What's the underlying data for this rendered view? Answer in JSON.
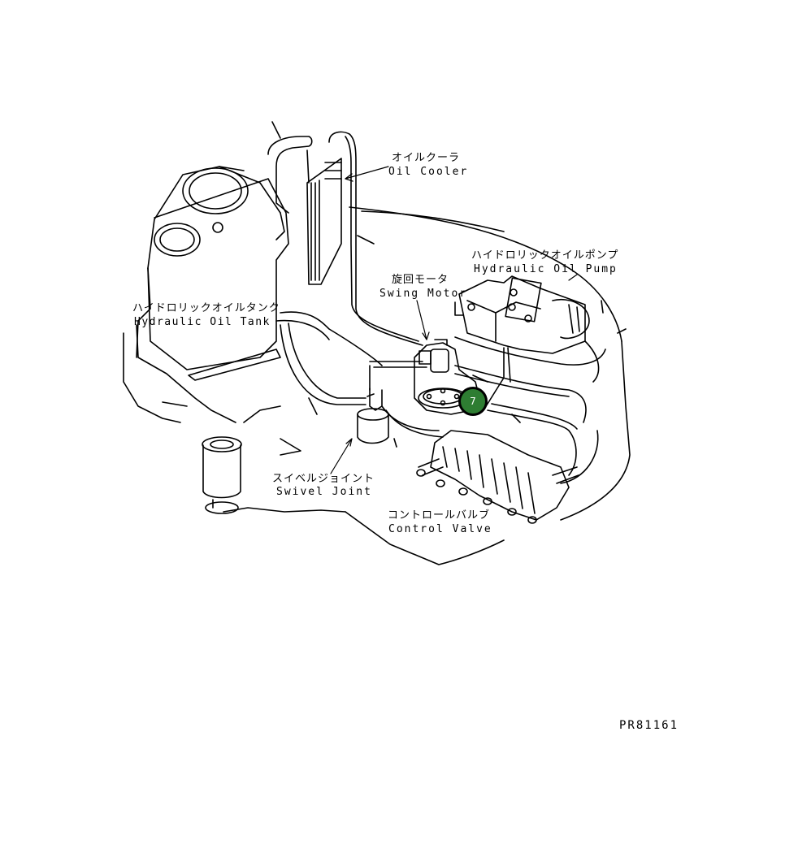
{
  "labels": {
    "oil_cooler": {
      "jp": "オイルクーラ",
      "en": "Oil Cooler"
    },
    "hydraulic_oil_pump": {
      "jp": "ハイドロリックオイルポンプ",
      "en": "Hydraulic Oil Pump"
    },
    "swing_motor": {
      "jp": "旋回モータ",
      "en": "Swing Motor"
    },
    "hydraulic_oil_tank": {
      "jp": "ハイドロリックオイルタンク",
      "en": "Hydraulic Oil Tank"
    },
    "swivel_joint": {
      "jp": "スイベルジョイント",
      "en": "Swivel Joint"
    },
    "control_valve": {
      "jp": "コントロールバルブ",
      "en": "Control Valve"
    }
  },
  "marker": {
    "number": "7",
    "color": "#2e7d32"
  },
  "drawing_code": "PR81161",
  "colors": {
    "line": "#000000",
    "background": "#ffffff",
    "marker_fill": "#2e7d32"
  }
}
